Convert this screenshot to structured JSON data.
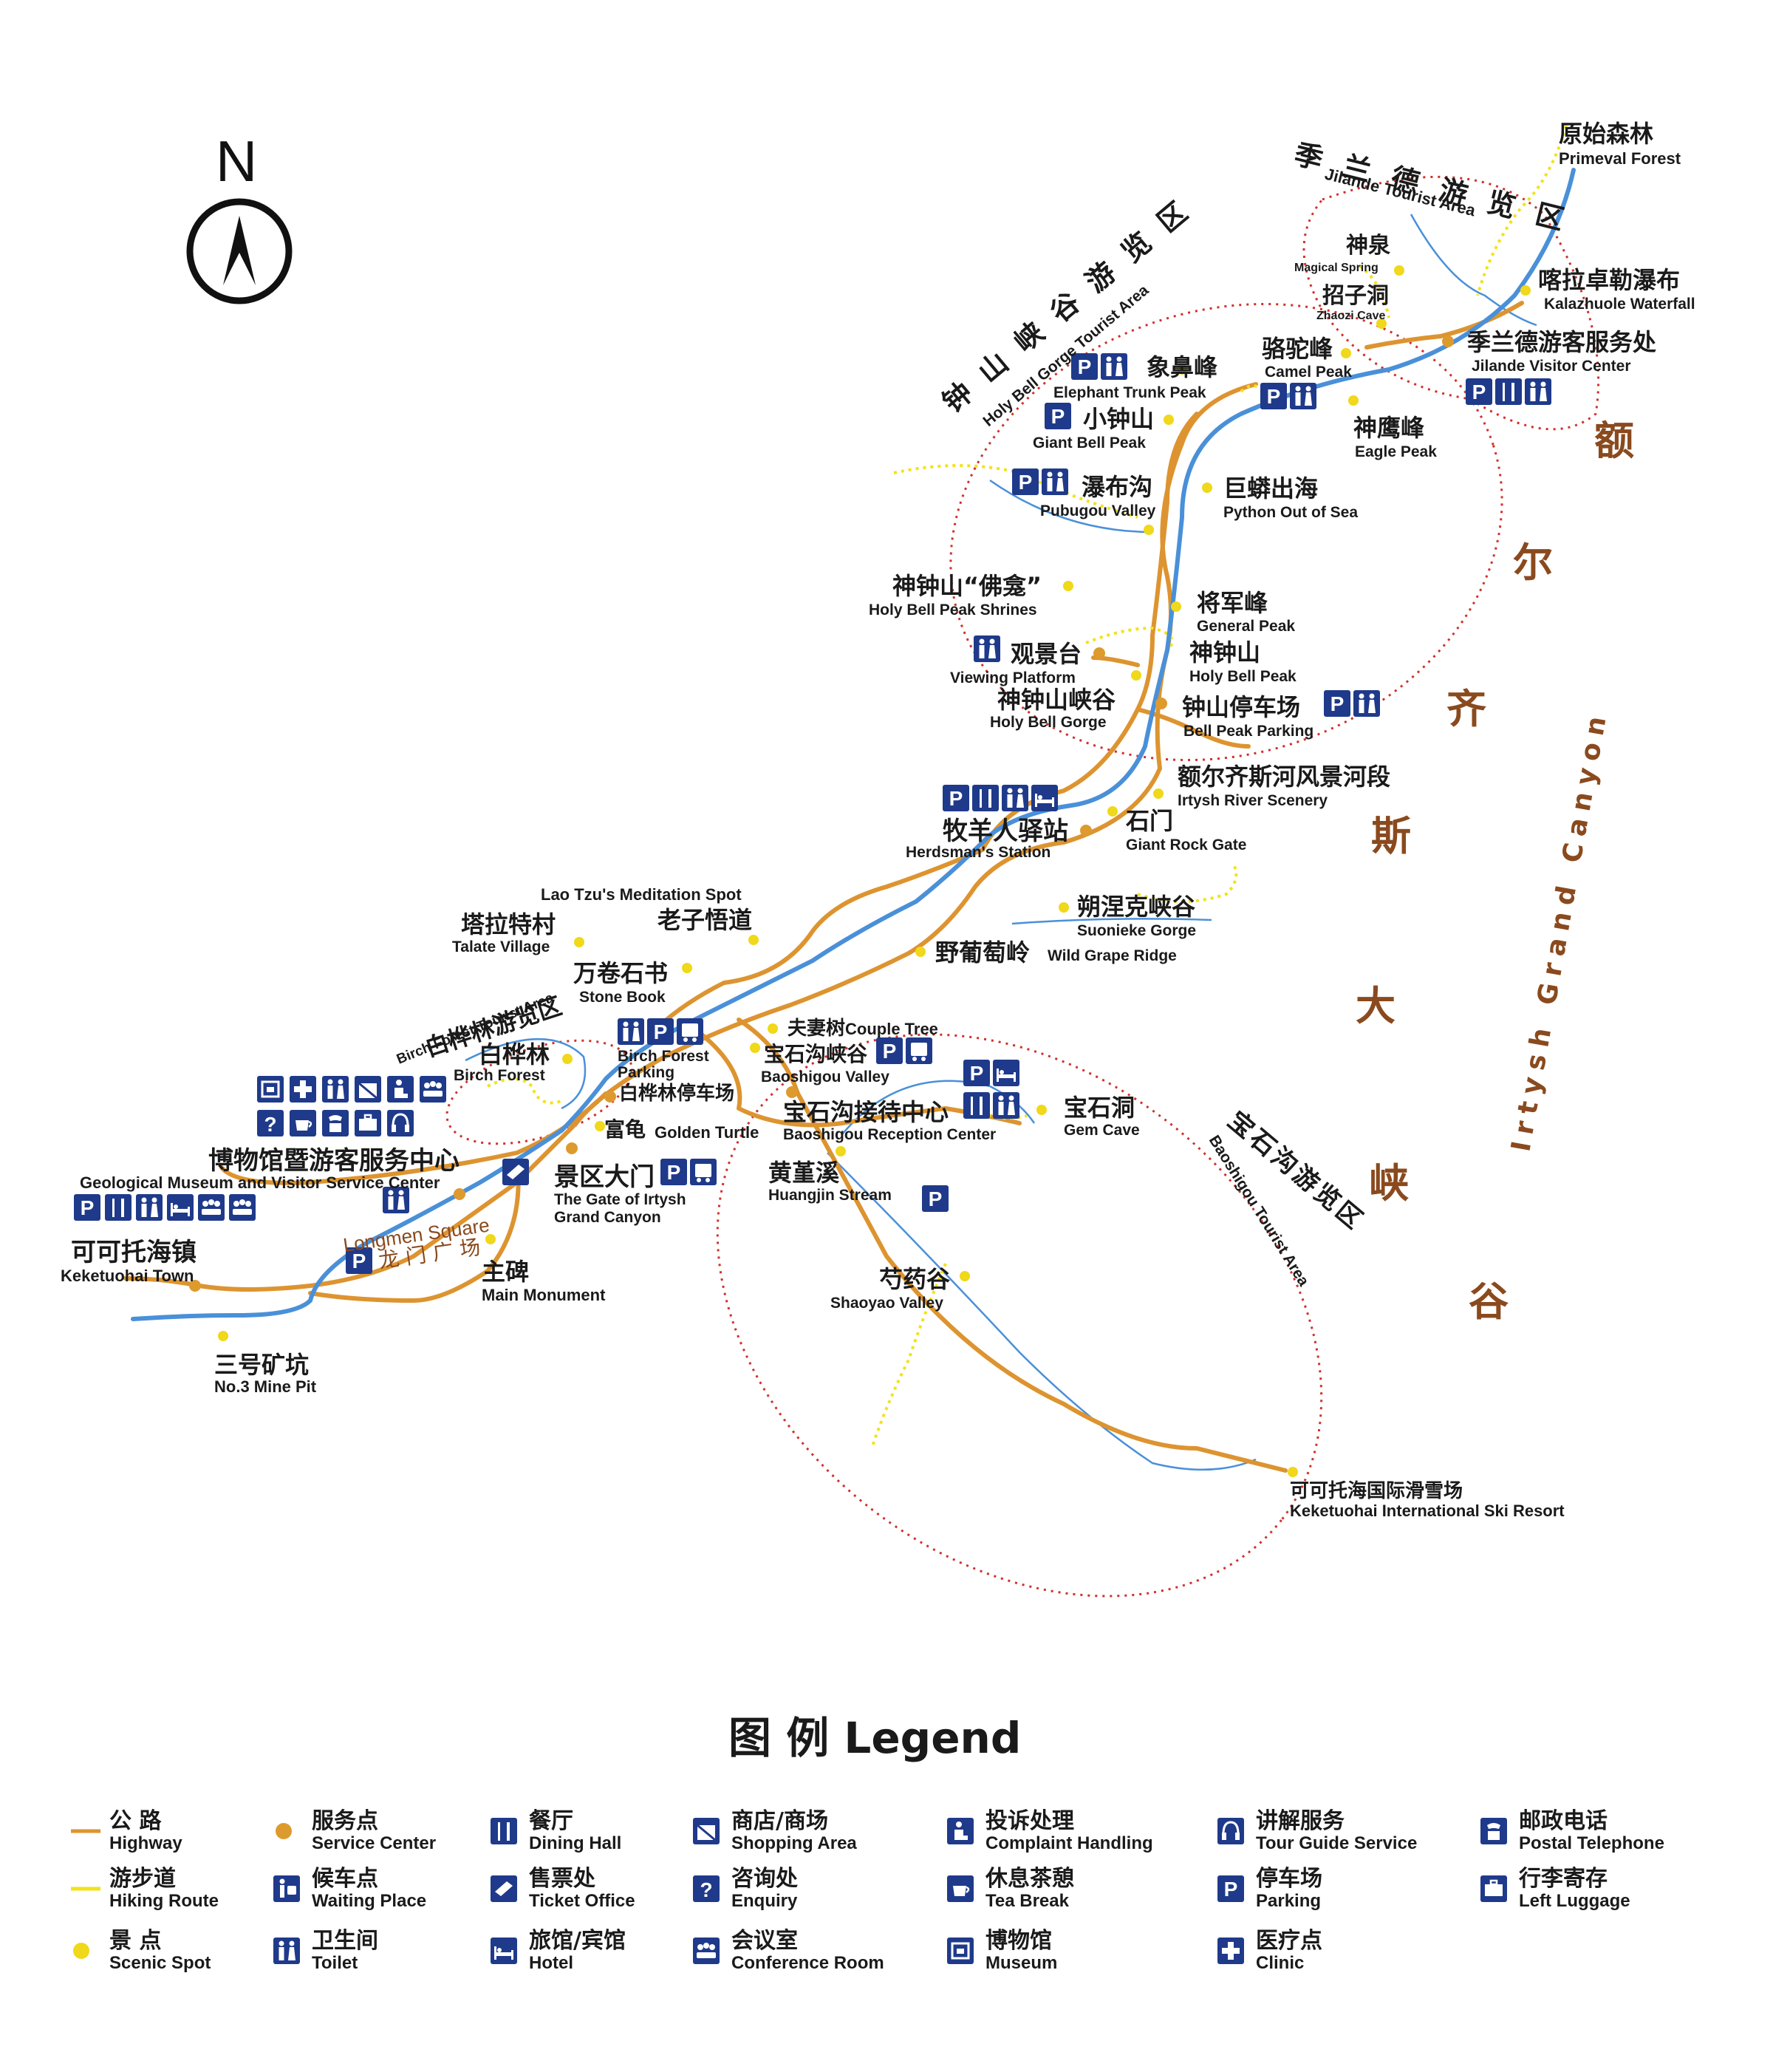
{
  "compass": {
    "letter": "N"
  },
  "canyon": {
    "zh": [
      "额",
      "尔",
      "齐",
      "斯",
      "大",
      "峡",
      "谷"
    ],
    "en": "Irtysh Grand Canyon"
  },
  "areas": {
    "jilande": {
      "zh": "季 兰 德 游 览 区",
      "en": "Jilande Tourist Area"
    },
    "holybell": {
      "zh": "钟 山 峡 谷 游 览 区",
      "en": "Holy Bell Gorge Tourist Area"
    },
    "birch": {
      "zh": "白桦林游览区",
      "en": "Birch Forest Tourist Area"
    },
    "baoshigou": {
      "zh": "宝石沟游览区",
      "en": "Baoshigou Tourist Area"
    }
  },
  "places": {
    "primeval_forest": {
      "zh": "原始森林",
      "en": "Primeval Forest"
    },
    "magical_spring": {
      "zh": "神泉",
      "en": "Magical Spring"
    },
    "zhaozi_cave": {
      "zh": "招子洞",
      "en": "Zhaozi Cave"
    },
    "kalazhuole": {
      "zh": "喀拉卓勒瀑布",
      "en": "Kalazhuole Waterfall"
    },
    "jilande_vc": {
      "zh": "季兰德游客服务处",
      "en": "Jilande Visitor Center"
    },
    "camel_peak": {
      "zh": "骆驼峰",
      "en": "Camel Peak"
    },
    "eagle_peak": {
      "zh": "神鹰峰",
      "en": "Eagle Peak"
    },
    "elephant_peak": {
      "zh": "象鼻峰",
      "en": "Elephant Trunk Peak"
    },
    "giant_bell": {
      "zh": "小钟山",
      "en": "Giant Bell Peak"
    },
    "pubugou": {
      "zh": "瀑布沟",
      "en": "Pubugou Valley"
    },
    "python": {
      "zh": "巨蟒出海",
      "en": "Python Out of Sea"
    },
    "shrines": {
      "zh": "神钟山“佛龛”",
      "en": "Holy Bell Peak Shrines"
    },
    "general_peak": {
      "zh": "将军峰",
      "en": "General Peak"
    },
    "viewing": {
      "zh": "观景台",
      "en": "Viewing Platform"
    },
    "holy_bell_peak": {
      "zh": "神钟山",
      "en": "Holy Bell Peak"
    },
    "holy_bell_gorge": {
      "zh": "神钟山峡谷",
      "en": "Holy  Bell  Gorge"
    },
    "bell_parking": {
      "zh": "钟山停车场",
      "en": "Bell Peak Parking"
    },
    "irtysh_scenery": {
      "zh": "额尔齐斯河风景河段",
      "en": "Irtysh River Scenery"
    },
    "herdsman": {
      "zh": "牧羊人驿站",
      "en": "Herdsman's Station"
    },
    "rock_gate": {
      "zh": "石门",
      "en": "Giant Rock Gate"
    },
    "laotzu": {
      "zh": "老子悟道",
      "en": "Lao Tzu's Meditation Spot"
    },
    "talate": {
      "zh": "塔拉特村",
      "en": "Talate Village"
    },
    "suonieke": {
      "zh": "朔涅克峡谷",
      "en": "Suonieke Gorge"
    },
    "stone_book": {
      "zh": "万卷石书",
      "en": "Stone Book"
    },
    "wild_grape": {
      "zh": "野葡萄岭",
      "en": "Wild Grape Ridge"
    },
    "birch_forest": {
      "zh": "白桦林",
      "en": "Birch Forest"
    },
    "birch_parking": {
      "en1": "Birch Forest",
      "en2": "Parking",
      "zh": "白桦林停车场"
    },
    "couple_tree": {
      "zh": "夫妻树",
      "en": "Couple Tree"
    },
    "baoshigou_valley": {
      "zh": "宝石沟峡谷",
      "en": "Baoshigou Valley"
    },
    "baoshigou_rc": {
      "zh": "宝石沟接待中心",
      "en": "Baoshigou Reception Center"
    },
    "gem_cave": {
      "zh": "宝石洞",
      "en": "Gem Cave"
    },
    "golden_turtle": {
      "zh": "富龟",
      "en": "Golden Turtle"
    },
    "museum": {
      "zh": "博物馆暨游客服务中心",
      "en": "Geological Museum and Visitor Service Center"
    },
    "gate": {
      "zh": "景区大门",
      "en1": "The Gate of Irtysh",
      "en2": "Grand Canyon"
    },
    "huangjin": {
      "zh": "黄堇溪",
      "en": "Huangjin Stream"
    },
    "longmen": {
      "en": "Longmen Square",
      "zh": "龙 门 广 场"
    },
    "monument": {
      "zh": "主碑",
      "en": "Main Monument"
    },
    "town": {
      "zh": "可可托海镇",
      "en": "Keketuohai Town"
    },
    "shaoyao": {
      "zh": "芍药谷",
      "en": "Shaoyao Valley"
    },
    "mine": {
      "zh": "三号矿坑",
      "en": "No.3 Mine Pit"
    },
    "ski": {
      "zh": "可可托海国际滑雪场",
      "en": "Keketuohai International Ski Resort"
    }
  },
  "legend": {
    "title": "图  例 Legend",
    "items": [
      {
        "zh": "公 路",
        "en": "Highway",
        "icon": "highway-line"
      },
      {
        "zh": "服务点",
        "en": "Service Center",
        "icon": "service-dot"
      },
      {
        "zh": "餐厅",
        "en": "Dining Hall",
        "icon": "dining-icon"
      },
      {
        "zh": "商店/商场",
        "en": "Shopping Area",
        "icon": "shopping-icon"
      },
      {
        "zh": "投诉处理",
        "en": "Complaint Handling",
        "icon": "complaint-icon"
      },
      {
        "zh": "讲解服务",
        "en": "Tour Guide Service",
        "icon": "tour-guide-icon"
      },
      {
        "zh": "邮政电话",
        "en": "Postal Telephone",
        "icon": "postal-telephone-icon"
      },
      {
        "zh": "游步道",
        "en": "Hiking Route",
        "icon": "hiking-line"
      },
      {
        "zh": "候车点",
        "en": "Waiting Place",
        "icon": "waiting-icon"
      },
      {
        "zh": "售票处",
        "en": "Ticket Office",
        "icon": "ticket-icon"
      },
      {
        "zh": "咨询处",
        "en": "Enquiry",
        "icon": "enquiry-icon"
      },
      {
        "zh": "休息茶憩",
        "en": "Tea Break",
        "icon": "tea-icon"
      },
      {
        "zh": "停车场",
        "en": "Parking",
        "icon": "parking-icon"
      },
      {
        "zh": "行李寄存",
        "en": "Left Luggage",
        "icon": "luggage-icon"
      },
      {
        "zh": "景 点",
        "en": "Scenic Spot",
        "icon": "scenic-dot"
      },
      {
        "zh": "卫生间",
        "en": "Toilet",
        "icon": "toilet-icon"
      },
      {
        "zh": "旅馆/宾馆",
        "en": "Hotel",
        "icon": "hotel-icon"
      },
      {
        "zh": "会议室",
        "en": "Conference Room",
        "icon": "conference-icon"
      },
      {
        "zh": "博物馆",
        "en": "Museum",
        "icon": "museum-icon"
      },
      {
        "zh": "医疗点",
        "en": "Clinic",
        "icon": "clinic-icon"
      }
    ]
  },
  "colors": {
    "river": "#4a90d9",
    "highway": "#dd9430",
    "hiking": "#f3e21a",
    "area_boundary": "#d0302a",
    "scenic": "#f0d81a",
    "service": "#dd9a2e",
    "icon_box": "#1f3a8a",
    "canyon_text": "#8a4a1e"
  }
}
